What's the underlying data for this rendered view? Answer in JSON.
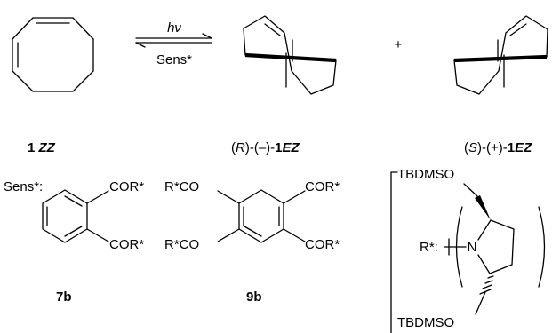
{
  "reaction": {
    "arrow_top_label": "hν",
    "arrow_bottom_label": "Sens*",
    "plus_sign": "+"
  },
  "compounds": {
    "c1zz": {
      "number": "1",
      "descriptor": "ZZ"
    },
    "c1ez_r": {
      "prefix_open": "(",
      "stereo": "R",
      "prefix_mid": ")-(–)-",
      "number": "1",
      "descriptor": "EZ"
    },
    "c1ez_s": {
      "prefix_open": "(",
      "stereo": "S",
      "prefix_mid": ")-(+)-",
      "number": "1",
      "descriptor": "EZ"
    },
    "c7b": {
      "label": "7b"
    },
    "c9b": {
      "label": "9b"
    }
  },
  "sensitizer": {
    "label": "Sens*:",
    "groups": {
      "cor": "COR*",
      "rco": "R*CO"
    }
  },
  "auxiliary": {
    "label": "R*:",
    "top_group": "TBDMSO",
    "bottom_group": "TBDMSO",
    "heteroatom": "N"
  }
}
